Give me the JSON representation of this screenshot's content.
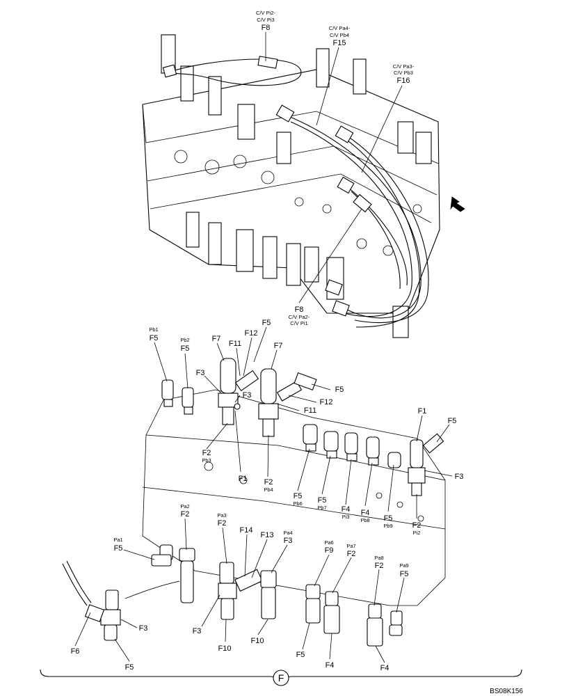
{
  "figure": {
    "code": "BS08K156",
    "section_letter": "F"
  },
  "labels": [
    {
      "id": "top-f8",
      "lines": [
        "C/V Pi2-",
        "C/V Pi3",
        "F8"
      ]
    },
    {
      "id": "top-f15",
      "lines": [
        "C/V Pa4-",
        "C/V Pb4",
        "F15"
      ]
    },
    {
      "id": "top-f16",
      "lines": [
        "C/V Pa3-",
        "C/V Pb3",
        "F16"
      ]
    },
    {
      "id": "mid-f8",
      "lines": [
        "F8",
        "C/V Pa2-",
        "C/V Pi1"
      ]
    },
    {
      "id": "pb1-f5",
      "lines": [
        "Pb1",
        "F5"
      ]
    },
    {
      "id": "pb2-f5",
      "lines": [
        "Pb2",
        "F5"
      ]
    },
    {
      "id": "m-f7a",
      "lines": [
        "F7"
      ]
    },
    {
      "id": "m-f11a",
      "lines": [
        "F11"
      ]
    },
    {
      "id": "m-f12a",
      "lines": [
        "F12"
      ]
    },
    {
      "id": "m-f5a",
      "lines": [
        "F5"
      ]
    },
    {
      "id": "m-f7b",
      "lines": [
        "F7"
      ]
    },
    {
      "id": "m-f3a",
      "lines": [
        "F3"
      ]
    },
    {
      "id": "m-f3b",
      "lines": [
        "F3"
      ]
    },
    {
      "id": "m-f5b",
      "lines": [
        "F5"
      ]
    },
    {
      "id": "m-f12b",
      "lines": [
        "F12"
      ]
    },
    {
      "id": "m-f11b",
      "lines": [
        "F11"
      ]
    },
    {
      "id": "m-f1a",
      "lines": [
        "F1"
      ]
    },
    {
      "id": "m-f5c",
      "lines": [
        "F5"
      ]
    },
    {
      "id": "m-f3c",
      "lines": [
        "F3"
      ]
    },
    {
      "id": "pb3-f2",
      "lines": [
        "F2",
        "Pb3"
      ]
    },
    {
      "id": "m-f1b",
      "lines": [
        "F1"
      ]
    },
    {
      "id": "pb4-f2",
      "lines": [
        "F2",
        "Pb4"
      ]
    },
    {
      "id": "pb6-f5",
      "lines": [
        "F5",
        "Pb6"
      ]
    },
    {
      "id": "pb7-f5",
      "lines": [
        "F5",
        "Pb7"
      ]
    },
    {
      "id": "pi3-f4",
      "lines": [
        "F4",
        "Pi3"
      ]
    },
    {
      "id": "pb8-f4",
      "lines": [
        "F4",
        "Pb8"
      ]
    },
    {
      "id": "pb9-f5",
      "lines": [
        "F5",
        "Pb9"
      ]
    },
    {
      "id": "pi2-f2",
      "lines": [
        "F2",
        "Pi2"
      ]
    },
    {
      "id": "pa2-f2",
      "lines": [
        "Pa2",
        "F2"
      ]
    },
    {
      "id": "pa3-f2",
      "lines": [
        "Pa3",
        "F2"
      ]
    },
    {
      "id": "b-f14",
      "lines": [
        "F14"
      ]
    },
    {
      "id": "b-f13",
      "lines": [
        "F13"
      ]
    },
    {
      "id": "pa4-f3",
      "lines": [
        "Pa4",
        "F3"
      ]
    },
    {
      "id": "pa1-f5",
      "lines": [
        "Pa1",
        "F5"
      ]
    },
    {
      "id": "pa6-f9",
      "lines": [
        "Pa6",
        "F9"
      ]
    },
    {
      "id": "pa7-f2",
      "lines": [
        "Pa7",
        "F2"
      ]
    },
    {
      "id": "pa8-f2",
      "lines": [
        "Pa8",
        "F2"
      ]
    },
    {
      "id": "pa9-f5",
      "lines": [
        "Pa9",
        "F5"
      ]
    },
    {
      "id": "b-f3a",
      "lines": [
        "F3"
      ]
    },
    {
      "id": "b-f3b",
      "lines": [
        "F3"
      ]
    },
    {
      "id": "b-f10a",
      "lines": [
        "F10"
      ]
    },
    {
      "id": "b-f10b",
      "lines": [
        "F10"
      ]
    },
    {
      "id": "b-f6",
      "lines": [
        "F6"
      ]
    },
    {
      "id": "b-f5a",
      "lines": [
        "F5"
      ]
    },
    {
      "id": "b-f5b",
      "lines": [
        "F5"
      ]
    },
    {
      "id": "b-f4a",
      "lines": [
        "F4"
      ]
    },
    {
      "id": "b-f4b",
      "lines": [
        "F4"
      ]
    }
  ]
}
